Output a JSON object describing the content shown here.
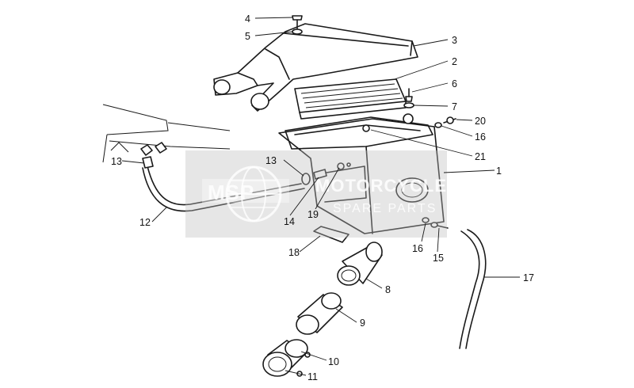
{
  "labels": [
    "1",
    "2",
    "3",
    "4",
    "5",
    "6",
    "7",
    "8",
    "9",
    "10",
    "11",
    "12",
    "13",
    "13",
    "14",
    "15",
    "16",
    "16",
    "17",
    "18",
    "19",
    "20",
    "21"
  ],
  "watermark": {
    "logo_text": "MSP",
    "title": "MOTORCYCLE",
    "subtitle": "SPARE PARTS"
  },
  "colors": {
    "line": "#1a1a1a",
    "background": "#ffffff",
    "watermark": "#bdbdbd"
  }
}
